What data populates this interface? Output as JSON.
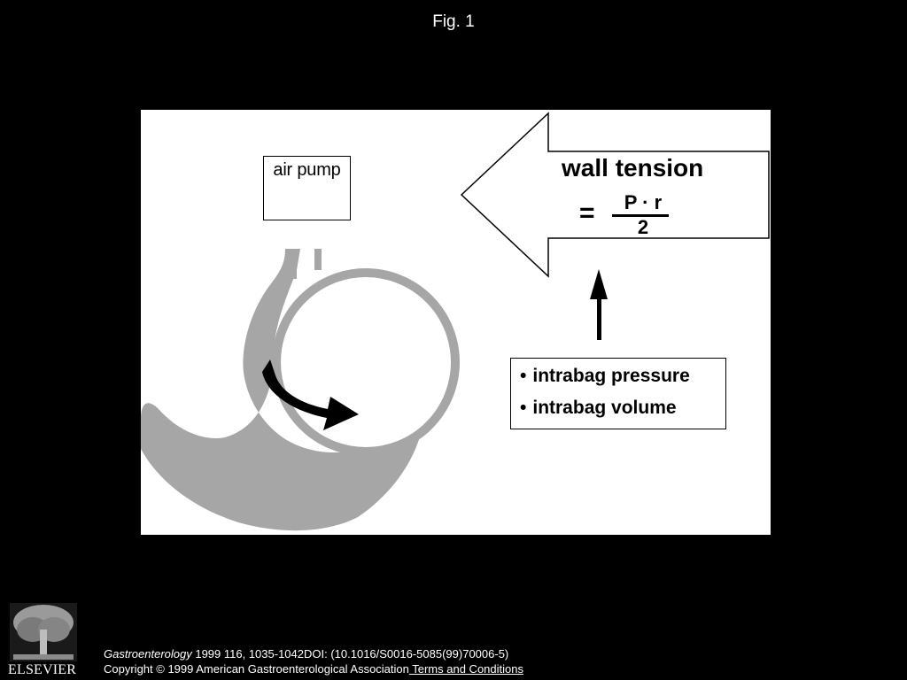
{
  "slide": {
    "title": "Fig. 1"
  },
  "figure": {
    "pump_label": "air pump",
    "tension_title": "wall tension",
    "equation": {
      "equals": "=",
      "numerator": "P · r",
      "denominator": "2"
    },
    "measurements": [
      "intrabag pressure",
      "intrabag volume"
    ],
    "colors": {
      "stomach": "#a6a6a6",
      "ink": "#000000",
      "panel": "#ffffff"
    }
  },
  "footer": {
    "publisher": "ELSEVIER",
    "journal": "Gastroenterology",
    "citation": " 1999 116, 1035-1042DOI: (10.1016/S0016-5085(99)70006-5)",
    "copyright": "Copyright © 1999 American Gastroenterological Association",
    "terms_link": " Terms and Conditions"
  }
}
